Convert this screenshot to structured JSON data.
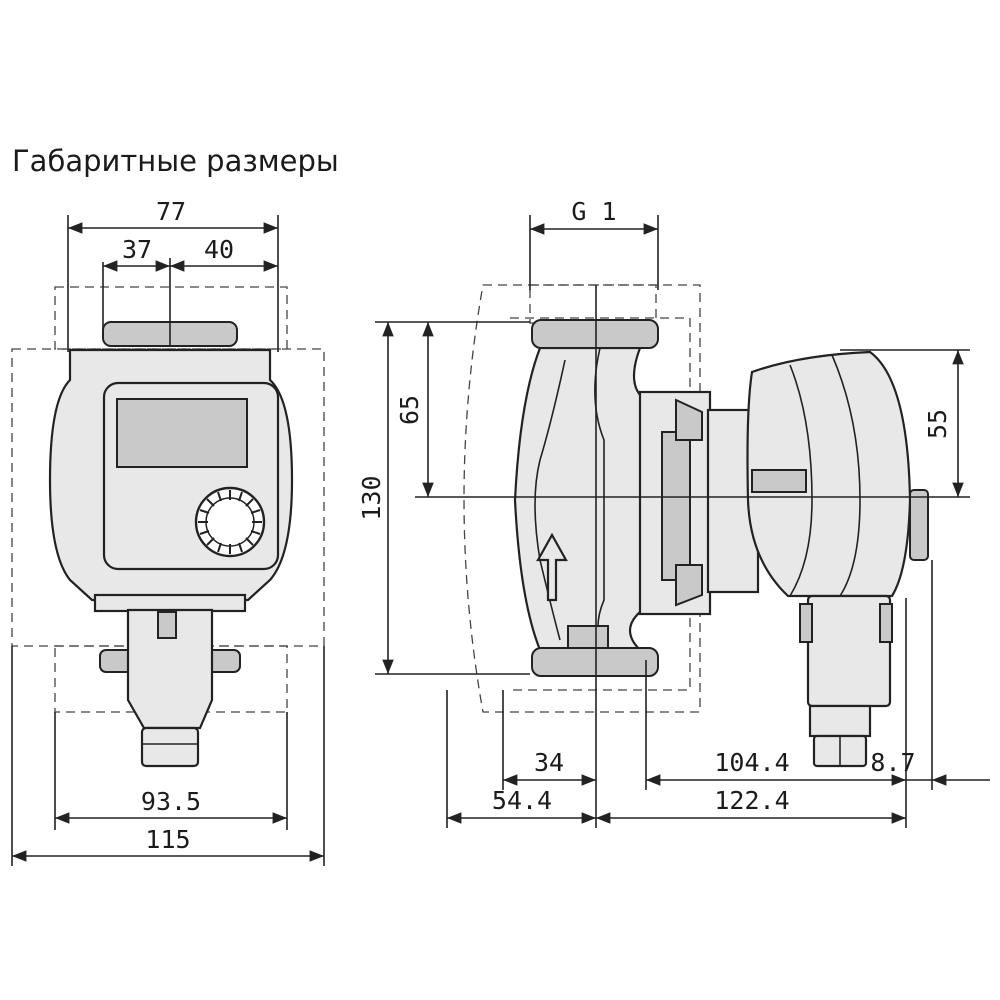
{
  "title": "Габаритные размеры",
  "front_view": {
    "dim_width_top": "77",
    "dim_left_part": "37",
    "dim_right_part": "40",
    "dim_body_width": "93.5",
    "dim_total_width": "115"
  },
  "side_view": {
    "dim_thread": "G 1",
    "dim_height_total": "130",
    "dim_height_axis": "65",
    "dim_motor_height": "55",
    "dim_pump_34": "34",
    "dim_pump_54_4": "54.4",
    "dim_motor_104_4": "104.4",
    "dim_motor_8_7": "8.7",
    "dim_motor_122_4": "122.4"
  }
}
